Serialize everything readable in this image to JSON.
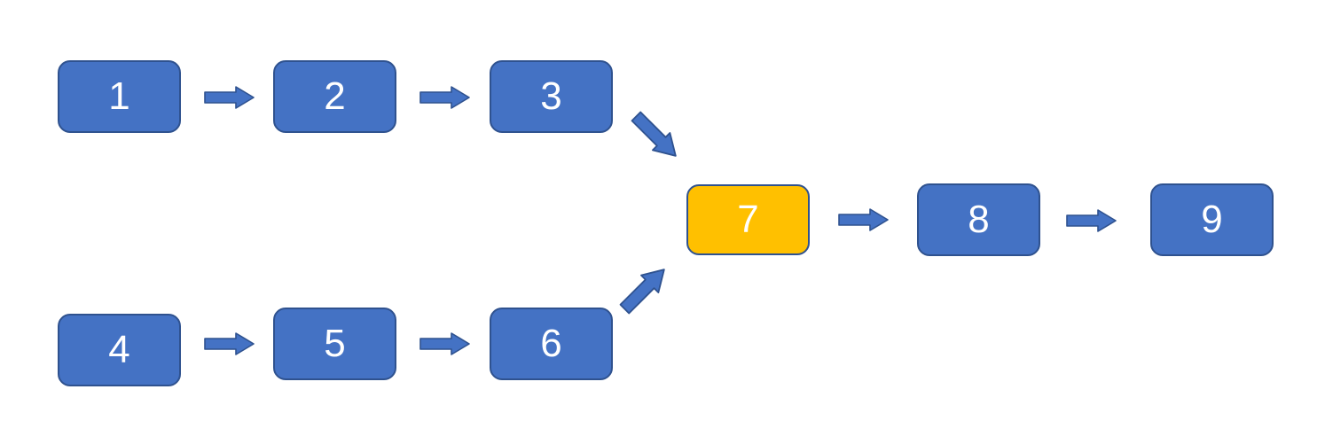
{
  "diagram": {
    "type": "flowchart",
    "background": "white",
    "nodes": [
      {
        "id": "1",
        "label": "1",
        "variant": "blue",
        "row": "top"
      },
      {
        "id": "2",
        "label": "2",
        "variant": "blue",
        "row": "top"
      },
      {
        "id": "3",
        "label": "3",
        "variant": "blue",
        "row": "top"
      },
      {
        "id": "4",
        "label": "4",
        "variant": "blue",
        "row": "bottom"
      },
      {
        "id": "5",
        "label": "5",
        "variant": "blue",
        "row": "bottom"
      },
      {
        "id": "6",
        "label": "6",
        "variant": "blue",
        "row": "bottom"
      },
      {
        "id": "7",
        "label": "7",
        "variant": "orange-highlight",
        "row": "middle"
      },
      {
        "id": "8",
        "label": "8",
        "variant": "blue",
        "row": "middle"
      },
      {
        "id": "9",
        "label": "9",
        "variant": "blue",
        "row": "middle"
      }
    ],
    "edges": [
      {
        "from": "1",
        "to": "2",
        "direction": "right"
      },
      {
        "from": "2",
        "to": "3",
        "direction": "right"
      },
      {
        "from": "3",
        "to": "7",
        "direction": "down-right"
      },
      {
        "from": "4",
        "to": "5",
        "direction": "right"
      },
      {
        "from": "5",
        "to": "6",
        "direction": "right"
      },
      {
        "from": "6",
        "to": "7",
        "direction": "up-right"
      },
      {
        "from": "7",
        "to": "8",
        "direction": "right"
      },
      {
        "from": "8",
        "to": "9",
        "direction": "right"
      }
    ],
    "colors": {
      "background": "#FFFFFF",
      "node_fill": "#4472C4",
      "node_border": "#2F528F",
      "highlight_fill": "#FFC000",
      "arrow_fill": "#4472C4",
      "arrow_border": "#2F528F",
      "label_text": "#FFFFFF"
    }
  }
}
